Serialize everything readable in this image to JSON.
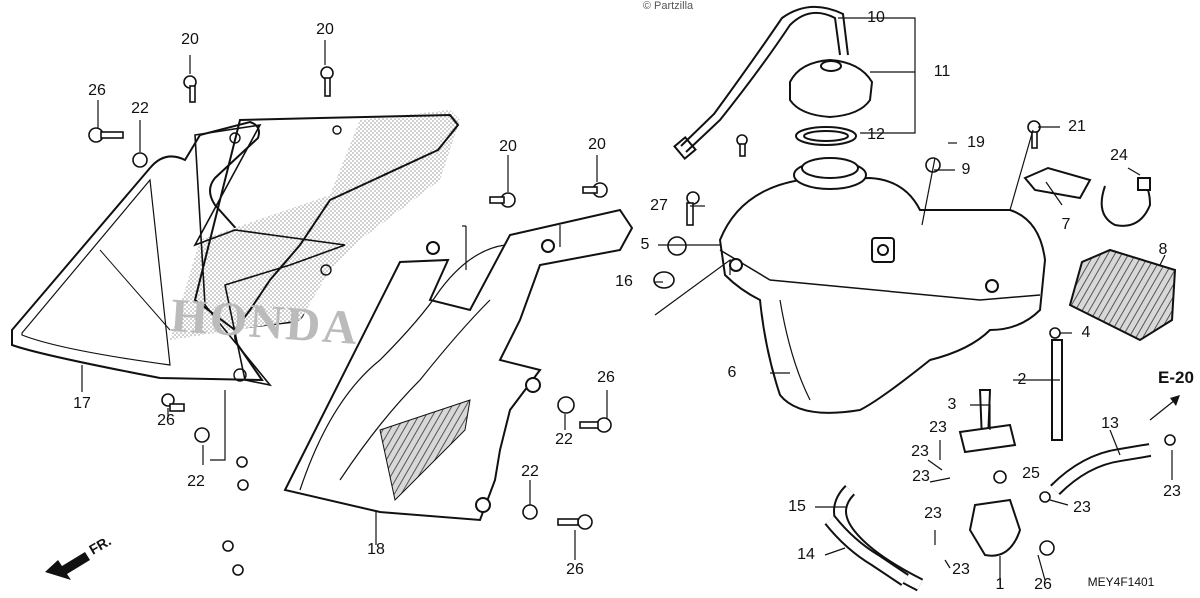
{
  "copyright": "© Partzilla",
  "code": "MEY4F1401",
  "section_ref": "E-20",
  "direction": "FR.",
  "callouts": [
    "10",
    "11",
    "12",
    "19",
    "9",
    "21",
    "24",
    "7",
    "8",
    "4",
    "2",
    "3",
    "6",
    "27",
    "5",
    "16",
    "20",
    "20",
    "20",
    "20",
    "26",
    "22",
    "17",
    "26",
    "22",
    "22",
    "26",
    "22",
    "26",
    "18",
    "23",
    "23",
    "23",
    "25",
    "15",
    "14",
    "23",
    "23",
    "1",
    "26",
    "13",
    "23",
    "23"
  ]
}
